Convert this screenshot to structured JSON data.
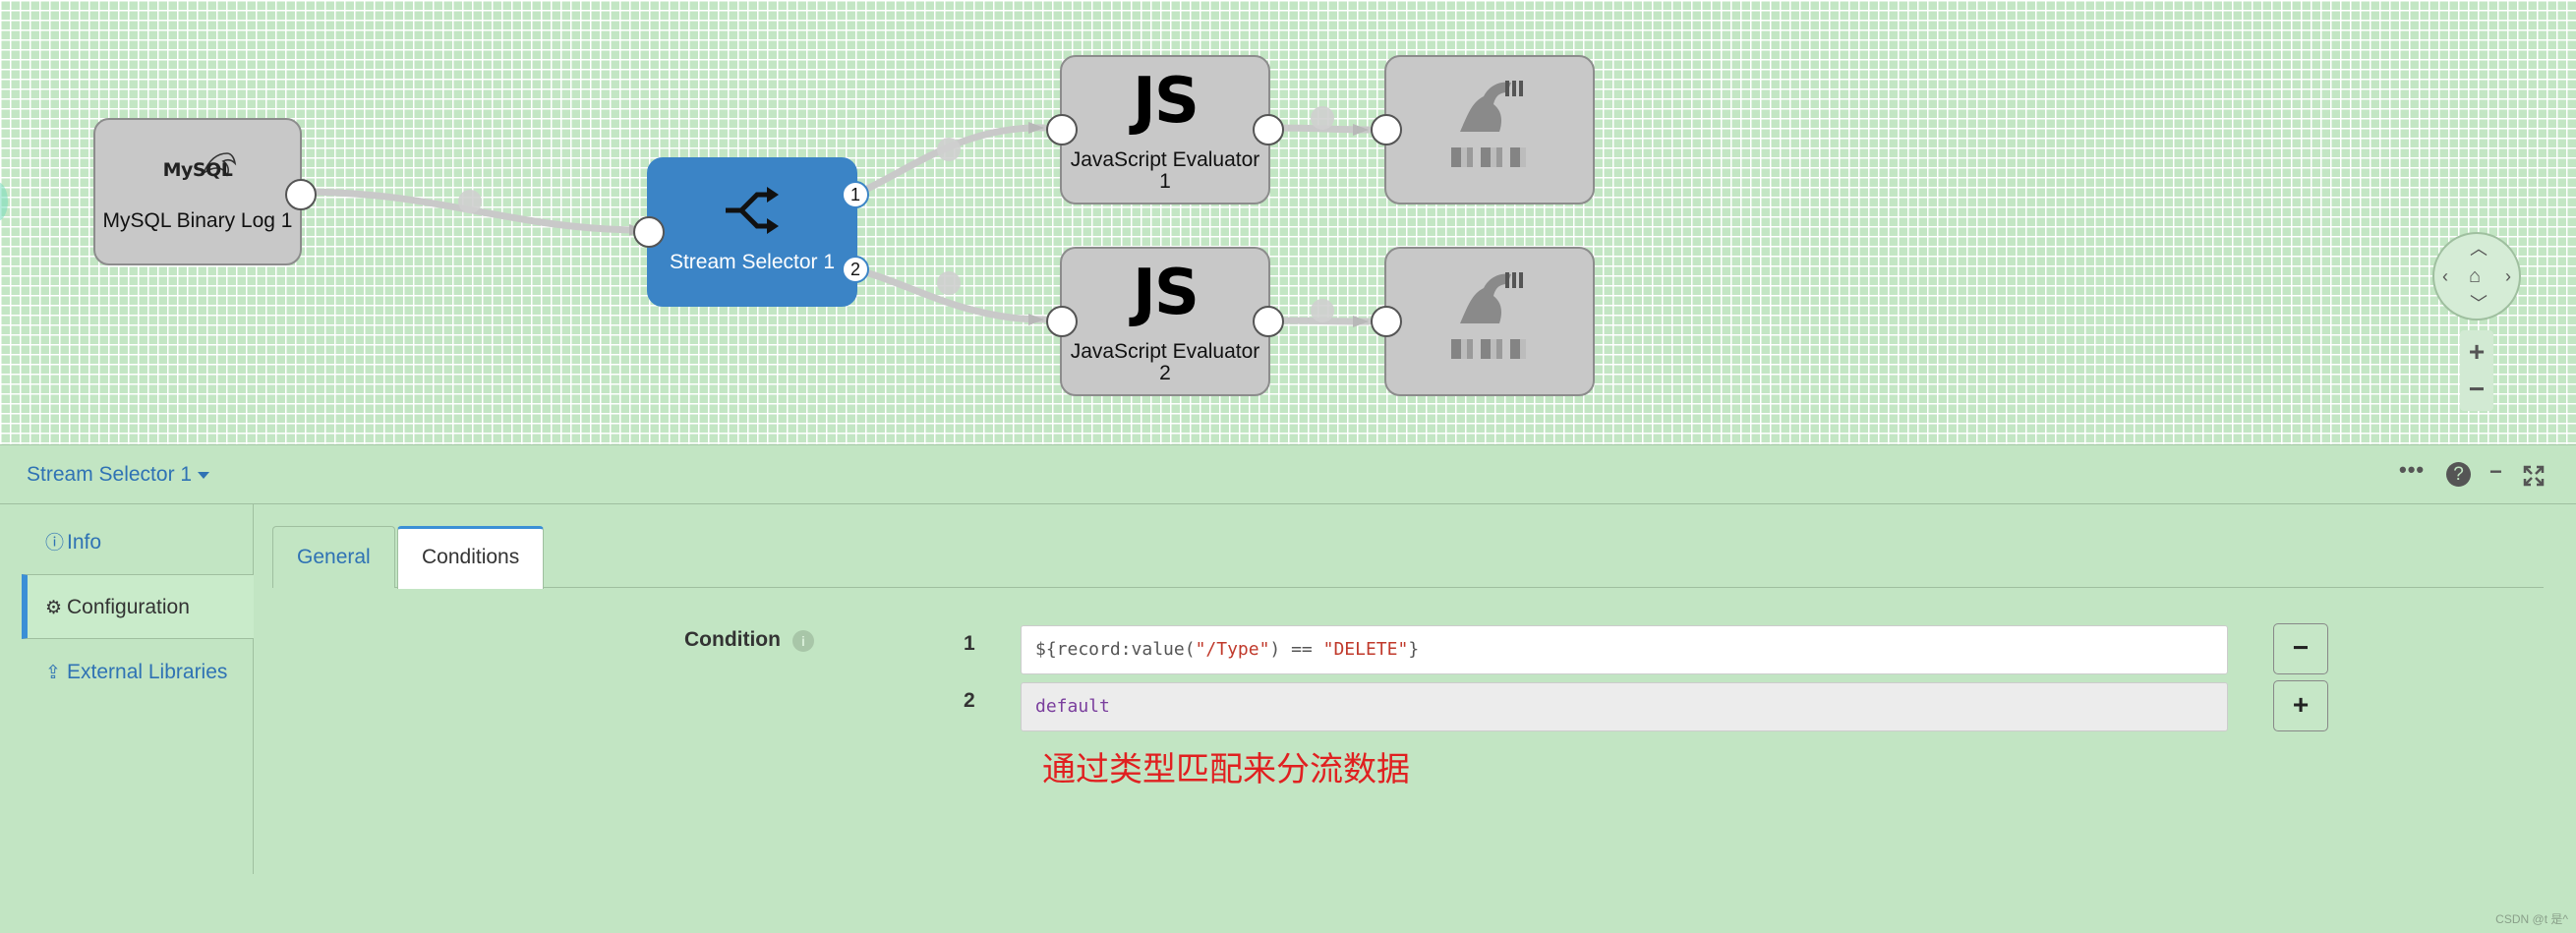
{
  "pipeline": {
    "nodes": {
      "mysql": {
        "logo_text": "MySQL",
        "label": "MySQL Binary Log 1",
        "icon": "mysql-dolphin-icon"
      },
      "selector": {
        "label": "Stream Selector 1",
        "icon": "shuffle-icon",
        "port1": "1",
        "port2": "2"
      },
      "js1": {
        "logo_text": "JS",
        "label_line1": "JavaScript Evaluator",
        "label_line2": "1"
      },
      "js2": {
        "logo_text": "JS",
        "label_line1": "JavaScript Evaluator",
        "label_line2": "2"
      },
      "dest1": {
        "icon": "destination-icon"
      },
      "dest2": {
        "icon": "destination-icon"
      }
    },
    "colors": {
      "selected": "#3b84c6",
      "node": "#c8c8c8",
      "canvas": "#c3e6c4"
    }
  },
  "panel": {
    "title": "Stream Selector 1",
    "side_nav": {
      "items": [
        {
          "label": "Info",
          "icon": "info-icon"
        },
        {
          "label": "Configuration",
          "icon": "gear-icon"
        },
        {
          "label": "External Libraries",
          "icon": "upload-icon"
        }
      ]
    },
    "tabs": [
      {
        "label": "General"
      },
      {
        "label": "Conditions"
      }
    ],
    "conditions": {
      "label": "Condition",
      "rows": [
        {
          "num": "1",
          "prefix": "${record:value(",
          "path": "\"/Type\"",
          "middle": ") == ",
          "value": "\"DELETE\"",
          "suffix": "}"
        },
        {
          "num": "2",
          "value": "default"
        }
      ],
      "remove_label": "−",
      "add_label": "+"
    },
    "annotation": "通过类型匹配来分流数据"
  },
  "watermark": "CSDN @t 是^"
}
